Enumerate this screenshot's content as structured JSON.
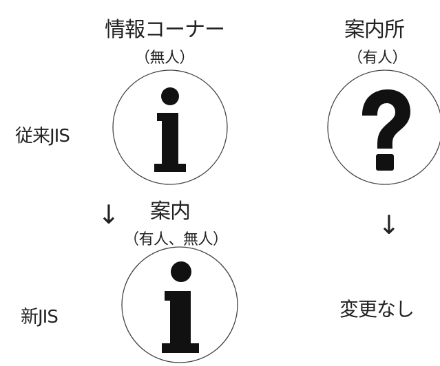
{
  "columns": {
    "left": {
      "title": "情報コーナー",
      "subtitle": "（無人）",
      "icon": "information-i"
    },
    "right": {
      "title": "案内所",
      "subtitle": "（有人）",
      "icon": "question-mark"
    }
  },
  "rows": {
    "old": {
      "label": "従来JIS"
    },
    "new": {
      "label": "新JIS"
    }
  },
  "new_symbol": {
    "title": "案内",
    "subtitle": "（有人、無人）",
    "icon": "information-i"
  },
  "arrows": {
    "symbol": "↓"
  },
  "right_change_note": "変更なし",
  "colors": {
    "ink": "#111111",
    "outline": "#444444"
  }
}
